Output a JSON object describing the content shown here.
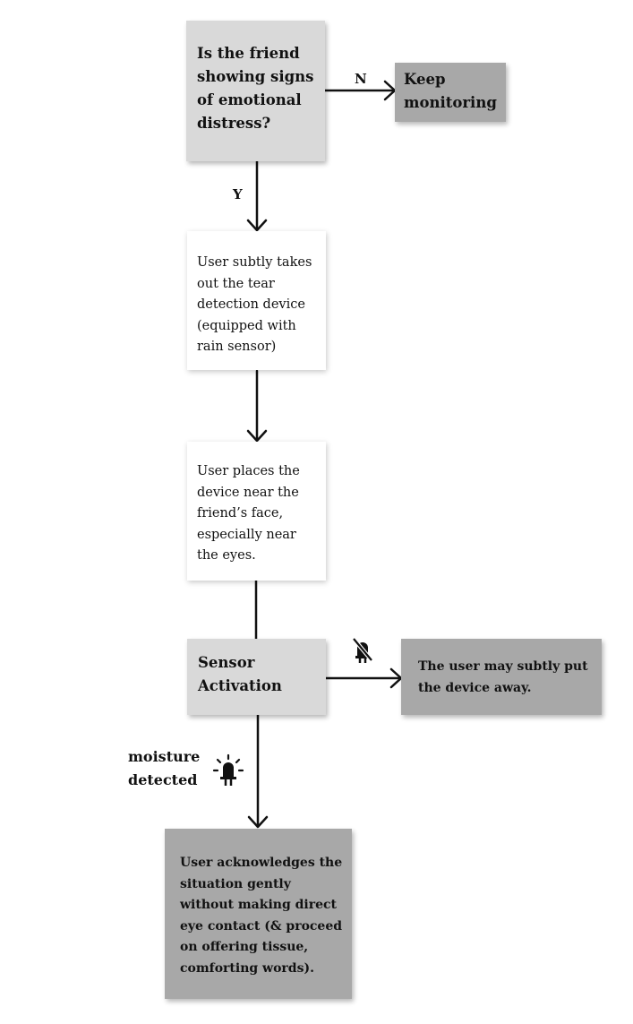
{
  "nodes": {
    "question": {
      "text": "Is the friend showing signs of emotional distress?"
    },
    "keep_monitoring": {
      "text": "Keep monitoring"
    },
    "take_out_device": {
      "text": "User subtly takes out the tear detection device (equipped with rain sensor)"
    },
    "place_device": {
      "text": "User places the device near the friend’s face, especially near the eyes."
    },
    "sensor_activation": {
      "text": "Sensor Activation"
    },
    "put_away": {
      "text": "The user may subtly put the device away."
    },
    "acknowledge": {
      "text": "User acknowledges the situation gently without making direct eye contact (& proceed on offering tissue, comforting words)."
    }
  },
  "edge_labels": {
    "no": "N",
    "yes": "Y",
    "moisture": "moisture detected"
  },
  "icons": {
    "no_moisture": "light-off-icon",
    "moisture": "light-on-icon"
  },
  "colors": {
    "decision_fill": "#d9d9d9",
    "step_fill": "#ffffff",
    "outcome_fill": "#a8a8a8",
    "line": "#111111"
  }
}
